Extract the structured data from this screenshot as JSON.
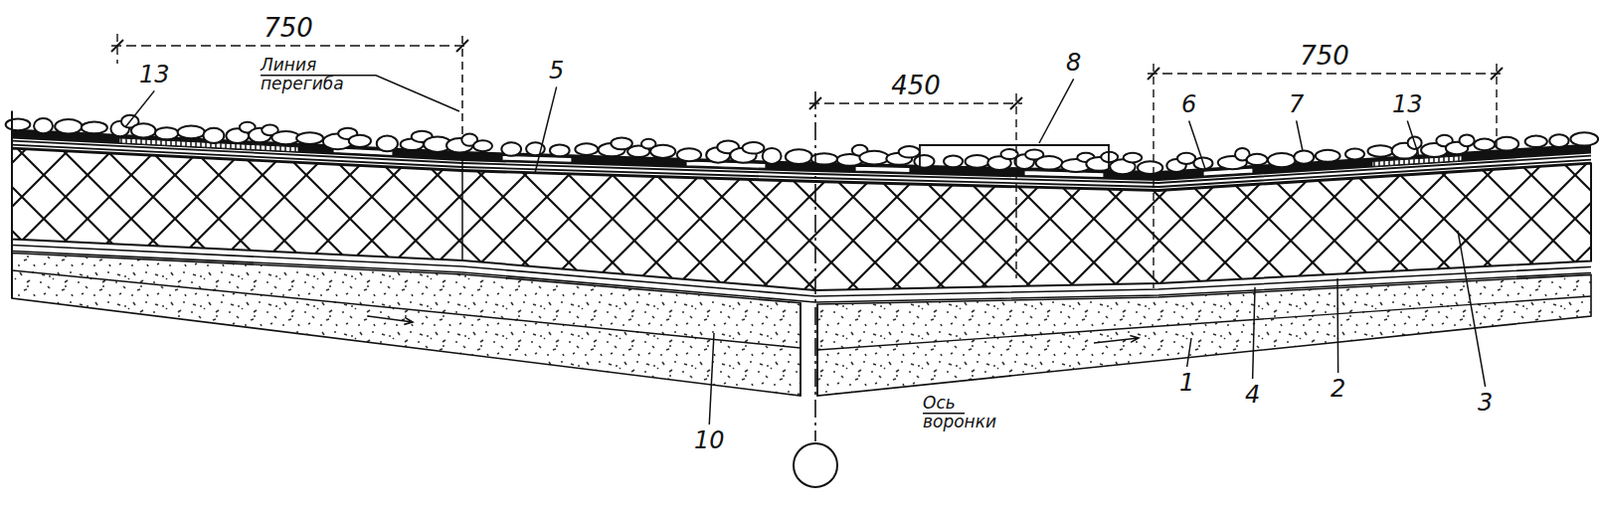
{
  "diagram": {
    "labels": [
      "750",
      "Линия перегиба",
      "13",
      "5",
      "450",
      "8",
      "750",
      "6",
      "7",
      "13",
      "10",
      "Ось воронки",
      "1",
      "4",
      "2",
      "3"
    ]
  }
}
